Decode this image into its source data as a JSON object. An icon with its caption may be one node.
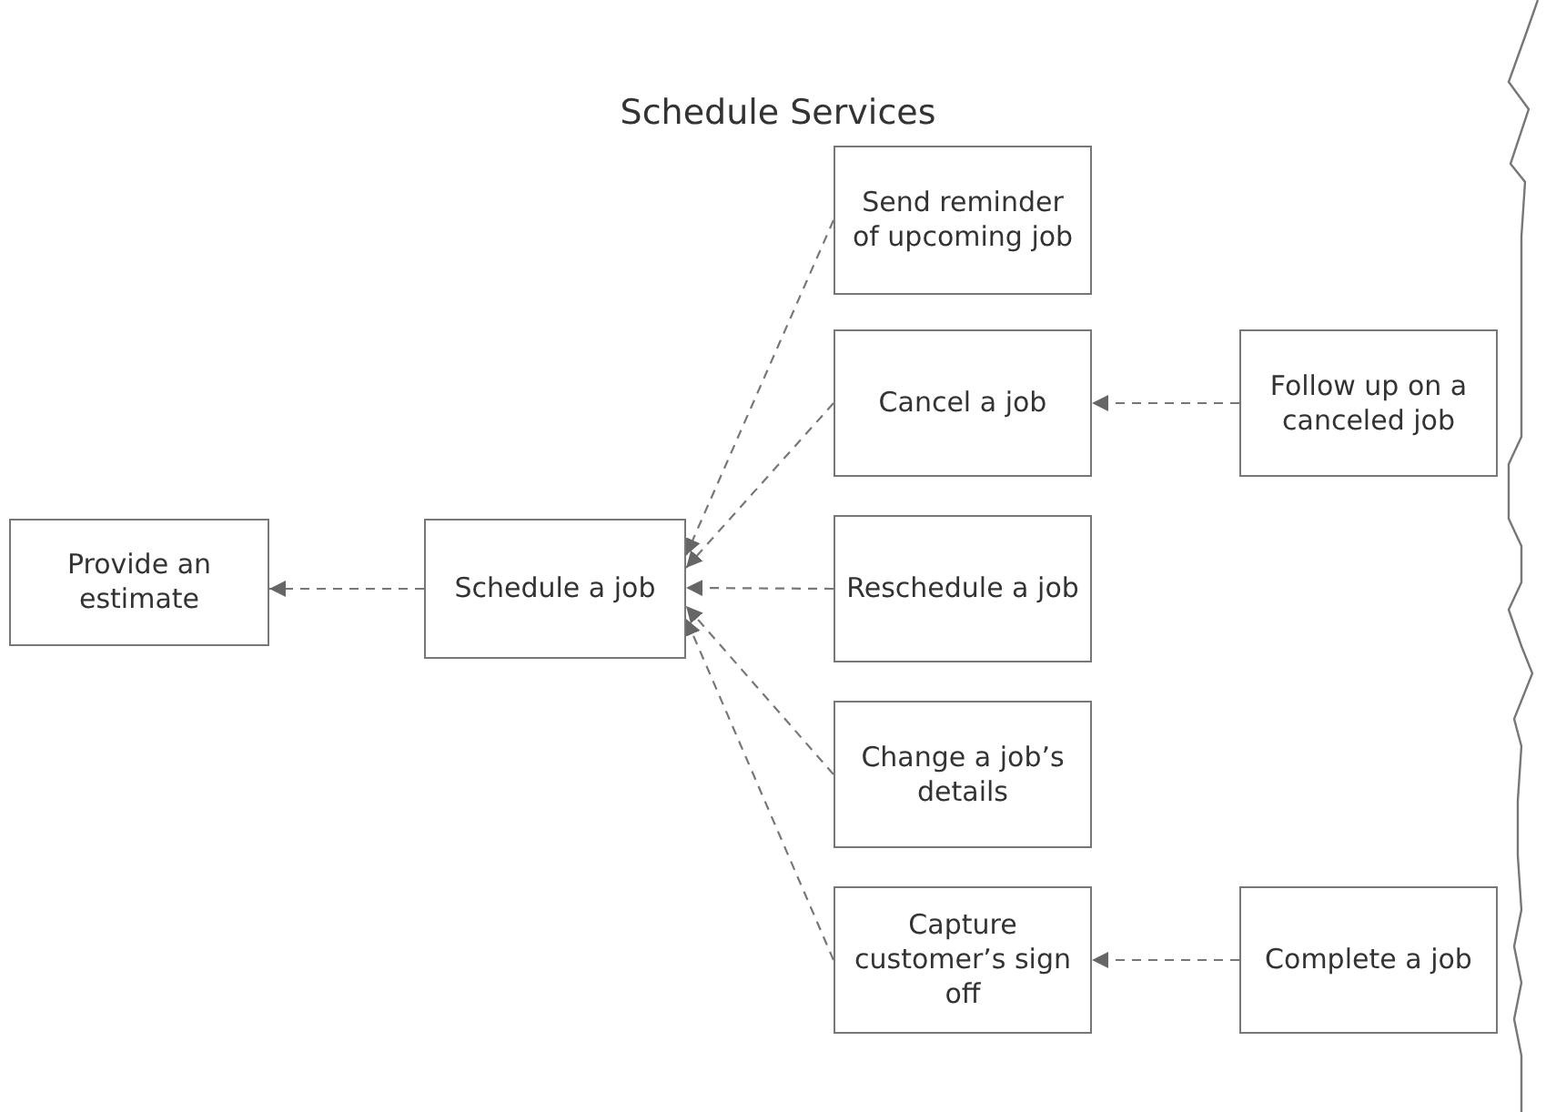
{
  "diagram": {
    "title": "Schedule Services",
    "nodes": [
      {
        "text": [
          "Provide an estimate"
        ]
      },
      {
        "text": [
          "Schedule a job"
        ]
      },
      {
        "text": [
          "Send reminder of upcoming job"
        ]
      },
      {
        "text": [
          "Cancel a job"
        ]
      },
      {
        "text": [
          "Reschedule a job"
        ]
      },
      {
        "text": [
          "Change a job’s details"
        ]
      },
      {
        "text": [
          "Capture customer’s sign off"
        ]
      },
      {
        "text": [
          "Follow up on a canceled job"
        ]
      },
      {
        "text": [
          "Complete a job"
        ]
      }
    ],
    "edges": [
      {
        "from": 1,
        "to": 0,
        "arrow": "to",
        "style": "dashed"
      },
      {
        "from": 2,
        "to": 1,
        "arrow": "to",
        "style": "dashed"
      },
      {
        "from": 3,
        "to": 1,
        "arrow": "to",
        "style": "dashed"
      },
      {
        "from": 4,
        "to": 1,
        "arrow": "to",
        "style": "dashed"
      },
      {
        "from": 5,
        "to": 1,
        "arrow": "to",
        "style": "dashed"
      },
      {
        "from": 6,
        "to": 1,
        "arrow": "to",
        "style": "dashed"
      },
      {
        "from": 7,
        "to": 3,
        "arrow": "to",
        "style": "dashed"
      },
      {
        "from": 8,
        "to": 6,
        "arrow": "to",
        "style": "dashed"
      }
    ]
  }
}
